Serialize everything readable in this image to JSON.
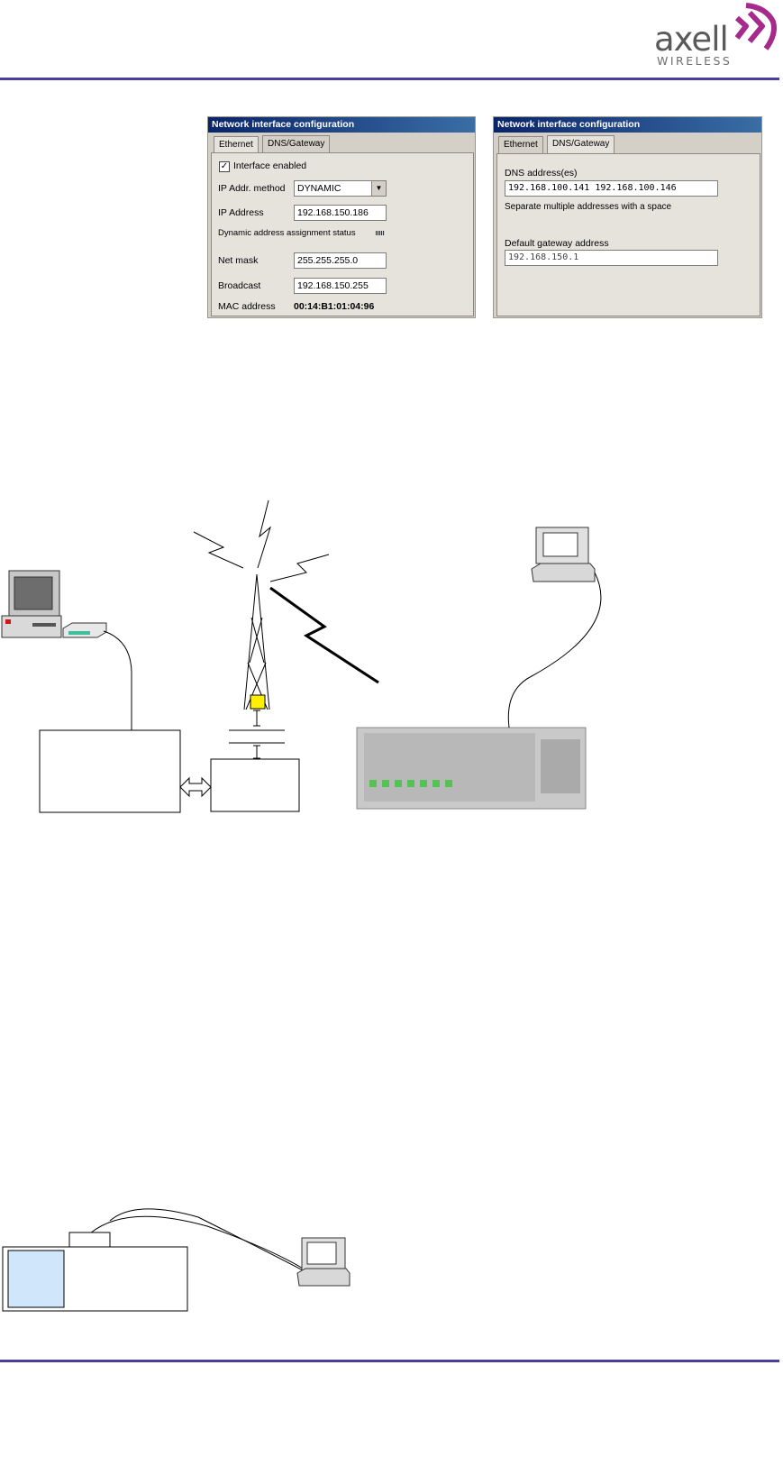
{
  "header": {
    "logo_word": "axell",
    "logo_sub": "WIRELESS",
    "brand_color": "#4a3f9e",
    "accent_color": "#a52a8c"
  },
  "ethernet_panel": {
    "title": "Network interface configuration",
    "tabs": [
      "Ethernet",
      "DNS/Gateway"
    ],
    "active_tab": "Ethernet",
    "interface_enabled_label": "Interface enabled",
    "interface_enabled": true,
    "ip_method_label": "IP Addr. method",
    "ip_method_value": "DYNAMIC",
    "ip_address_label": "IP Address",
    "ip_address_value": "192.168.150.186",
    "dynamic_status_label": "Dynamic address assignment status",
    "netmask_label": "Net mask",
    "netmask_value": "255.255.255.0",
    "broadcast_label": "Broadcast",
    "broadcast_value": "192.168.150.255",
    "mac_label": "MAC address",
    "mac_value": "00:14:B1:01:04:96"
  },
  "dns_panel": {
    "title": "Network interface configuration",
    "tabs": [
      "Ethernet",
      "DNS/Gateway"
    ],
    "active_tab": "DNS/Gateway",
    "dns_label": "DNS address(es)",
    "dns_value": "192.168.100.141 192.168.100.146",
    "dns_hint": "Separate multiple addresses with a space",
    "gateway_label": "Default gateway address",
    "gateway_value": "192.168.150.1"
  }
}
